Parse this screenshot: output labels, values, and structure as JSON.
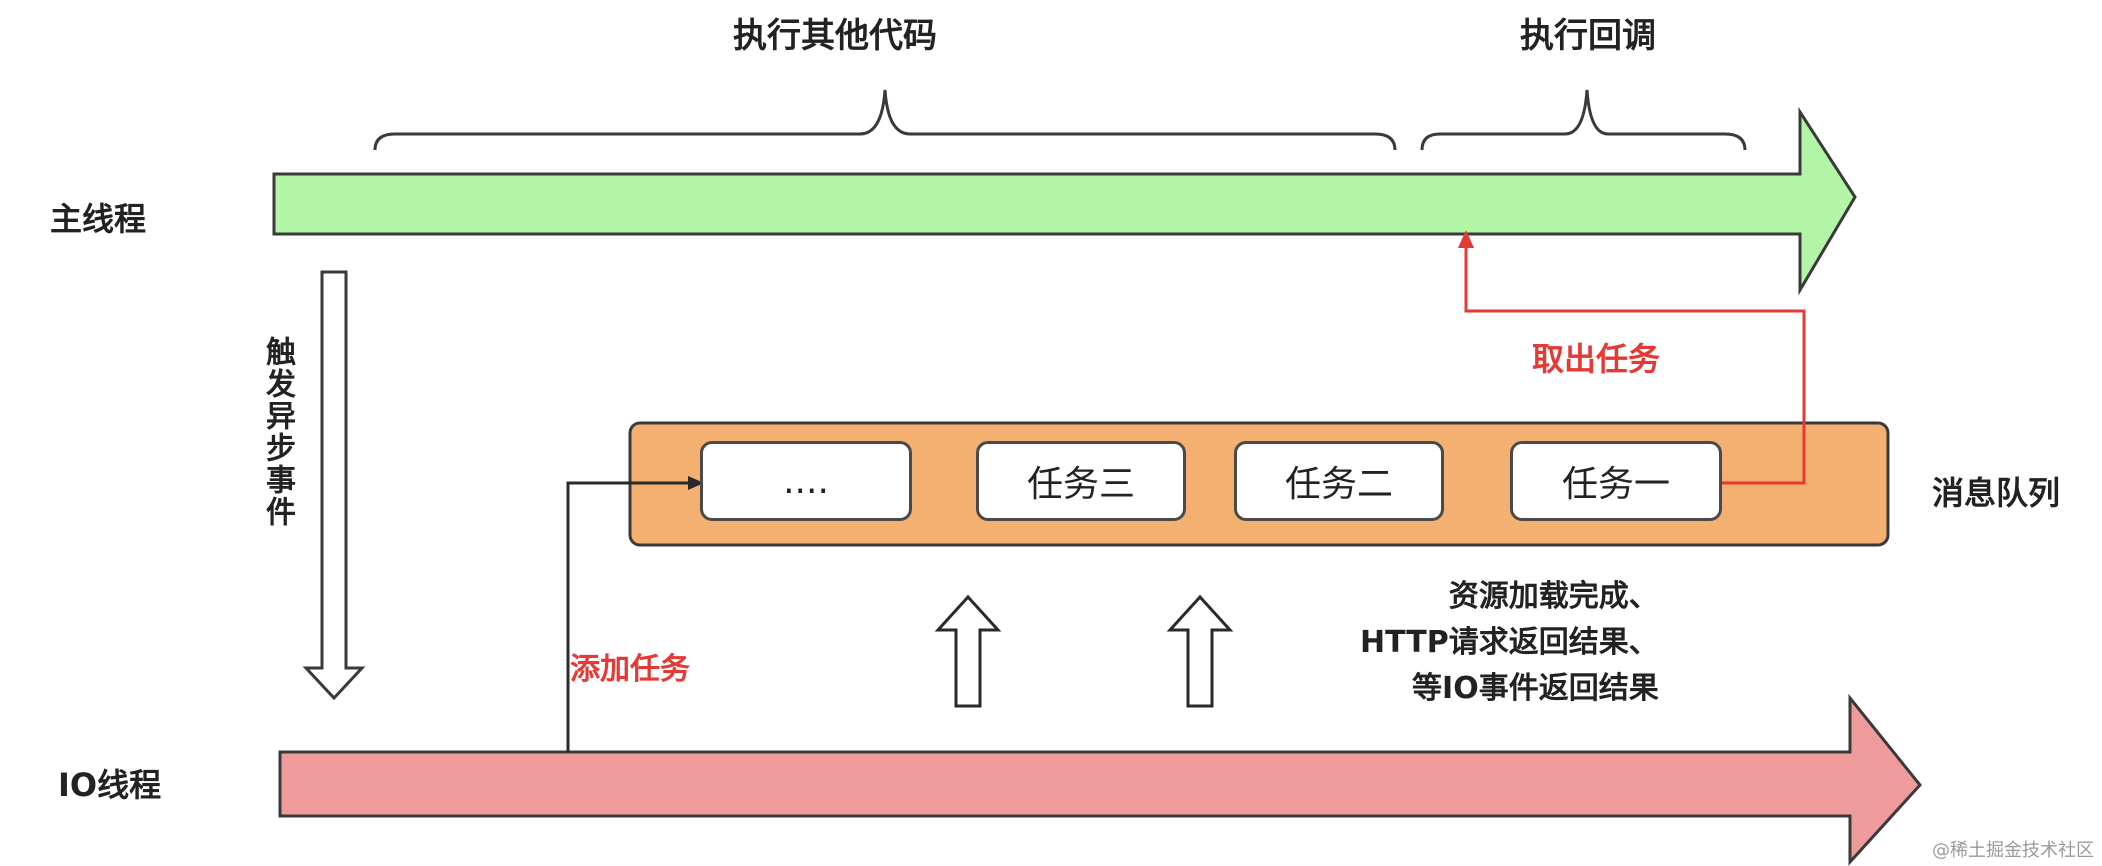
{
  "main_thread": {
    "label": "主线程",
    "label_exec_other": "执行其他代码",
    "label_exec_callback": "执行回调",
    "color": "#b3f5a6"
  },
  "trigger": {
    "label": "触发异步事件"
  },
  "io_thread": {
    "label": "IO线程",
    "color": "#ef9b9b"
  },
  "queue": {
    "label": "消息队列",
    "color": "#f4b070",
    "tasks": [
      "....",
      "任务三",
      "任务二",
      "任务一"
    ]
  },
  "take_task": {
    "label": "取出任务",
    "color": "#e53935"
  },
  "add_task": {
    "label": "添加任务"
  },
  "io_events": {
    "lines": [
      "资源加载完成、",
      "HTTP请求返回结果、",
      "等IO事件返回结果"
    ]
  },
  "watermark": "@稀土掘金技术社区"
}
